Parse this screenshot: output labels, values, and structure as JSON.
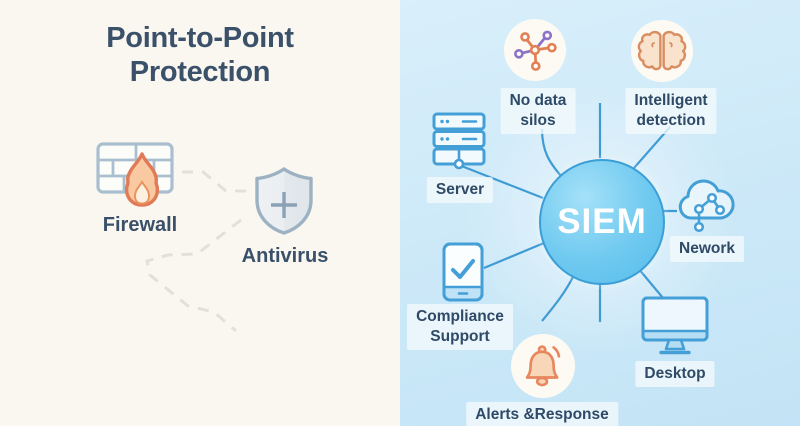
{
  "left_panel": {
    "title": "Point-to-Point\nProtection",
    "firewall_label": "Firewall",
    "antivirus_label": "Antivirus"
  },
  "right_panel": {
    "hub_label": "SIEM",
    "nodes": {
      "no_data_silos": {
        "label": "No data\nsilos",
        "icon": "network-molecule-icon"
      },
      "intelligent_detection": {
        "label": "Intelligent\ndetection",
        "icon": "brain-icon"
      },
      "server": {
        "label": "Server",
        "icon": "server-icon"
      },
      "nework": {
        "label": "Nework",
        "icon": "cloud-network-icon"
      },
      "compliance_support": {
        "label": "Compliance\nSupport",
        "icon": "tablet-checkmark-icon"
      },
      "alerts_response": {
        "label": "Alerts &Response",
        "icon": "bell-icon"
      },
      "desktop": {
        "label": "Desktop",
        "icon": "desktop-monitor-icon"
      }
    }
  },
  "colors": {
    "left_background": "#faf7f1",
    "right_background": "#cde9f8",
    "heading_navy": "#3a5169",
    "label_navy": "#2f4a66",
    "hub_fill": "#5fc3ee",
    "hub_border": "#3b9fd6",
    "spoke_blue": "#3f9bd3",
    "icon_blue": "#449fd7",
    "accent_orange": "#e8875f",
    "accent_purple": "#8b73c8",
    "dashed_line_gray": "#e3e0d8"
  }
}
